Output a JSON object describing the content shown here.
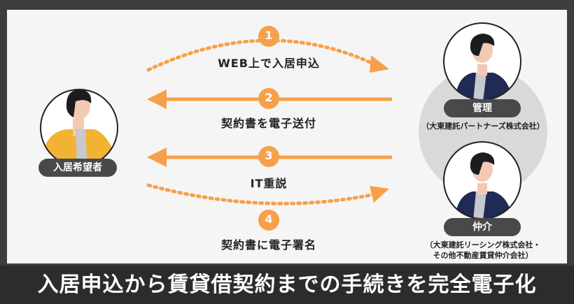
{
  "steps": [
    {
      "number": "1",
      "label": "WEB上で入居申込"
    },
    {
      "number": "2",
      "label": "契約書を電子送付"
    },
    {
      "number": "3",
      "label": "IT重説"
    },
    {
      "number": "4",
      "label": "契約書に電子署名"
    }
  ],
  "applicant": {
    "label": "入居希望者"
  },
  "management": {
    "label": "管理",
    "company": "（大東建託パートナーズ株式会社）"
  },
  "brokerage": {
    "label": "仲介",
    "company_line1": "（大東建託リーシング株式会社・",
    "company_line2": "その他不動産賃貸仲介会社）"
  },
  "caption": "入居申込から賃貸借契約までの手続きを完全電子化",
  "colors": {
    "accent": "#f7a04b",
    "pill": "#49494b",
    "background": "#f5f5f5",
    "bar": "#2c2c2e"
  }
}
